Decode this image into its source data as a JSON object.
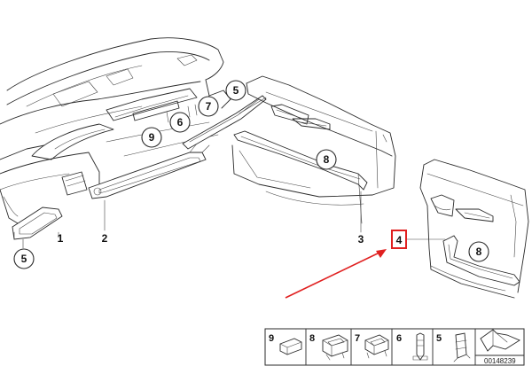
{
  "diagram": {
    "callouts": [
      {
        "id": "c5a",
        "label": "5"
      },
      {
        "id": "c5b",
        "label": "5"
      },
      {
        "id": "c6",
        "label": "6"
      },
      {
        "id": "c7",
        "label": "7"
      },
      {
        "id": "c8a",
        "label": "8"
      },
      {
        "id": "c8b",
        "label": "8"
      },
      {
        "id": "c9",
        "label": "9"
      }
    ],
    "part_numbers": [
      {
        "id": "p1",
        "label": "1"
      },
      {
        "id": "p2",
        "label": "2"
      },
      {
        "id": "p3",
        "label": "3"
      },
      {
        "id": "p4",
        "label": "4"
      }
    ],
    "highlight": {
      "label": "4",
      "color": "#e02020"
    },
    "arrow_color": "#e02020",
    "legend": [
      {
        "label": "9"
      },
      {
        "label": "8"
      },
      {
        "label": "7"
      },
      {
        "label": "6"
      },
      {
        "label": "5"
      }
    ],
    "document_number": "00148239"
  }
}
